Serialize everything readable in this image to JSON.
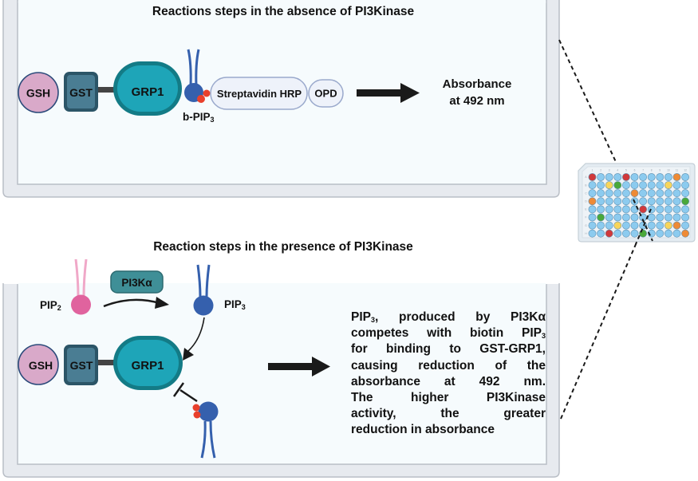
{
  "top_panel": {
    "title": "Reactions steps in the absence of PI3Kinase",
    "gsh_label": "GSH",
    "gst_label": "GST",
    "grp1_label": "GRP1",
    "bpip3_label": "b-PIP",
    "bpip3_sub": "3",
    "streptavidin_label": "Streptavidin HRP",
    "opd_label": "OPD",
    "result_line1": "Absorbance",
    "result_line2": "at 492 nm"
  },
  "bottom_panel": {
    "title": "Reaction steps in the presence of PI3Kinase",
    "pip2_label": "PIP",
    "pip2_sub": "2",
    "enzyme_label": "PI3Kα",
    "pip3_label": "PIP",
    "pip3_sub": "3",
    "gsh_label": "GSH",
    "gst_label": "GST",
    "grp1_label": "GRP1",
    "description_lines": [
      {
        "pre": "PIP",
        "sub": "3",
        "post": ", produced by PI3Kα"
      },
      {
        "pre": "competes with biotin PIP",
        "sub": "3",
        "post": ""
      },
      {
        "pre": "for binding to GST-GRP1,",
        "sub": "",
        "post": ""
      },
      {
        "pre": "causing reduction of the",
        "sub": "",
        "post": ""
      },
      {
        "pre": "absorbance at 492 nm.",
        "sub": "",
        "post": ""
      },
      {
        "pre": "The higher PI3Kinase",
        "sub": "",
        "post": ""
      },
      {
        "pre": "activity, the greater",
        "sub": "",
        "post": ""
      },
      {
        "pre": "reduction in absorbance",
        "sub": "",
        "post": ""
      }
    ]
  },
  "plate": {
    "columns": [
      "1",
      "2",
      "3",
      "4",
      "5",
      "6",
      "7",
      "8",
      "9",
      "10",
      "11",
      "12"
    ],
    "rows": [
      "A",
      "B",
      "C",
      "D",
      "E",
      "F",
      "G",
      "H"
    ],
    "well_colors": {
      "default": "#8ccbef",
      "red": "#d0393b",
      "orange": "#ee8a35",
      "yellow": "#f8d55a",
      "green": "#4aa83a"
    },
    "colored_wells": [
      {
        "row": "A",
        "col": 1,
        "color": "red"
      },
      {
        "row": "A",
        "col": 5,
        "color": "red"
      },
      {
        "row": "A",
        "col": 11,
        "color": "orange"
      },
      {
        "row": "B",
        "col": 3,
        "color": "yellow"
      },
      {
        "row": "B",
        "col": 4,
        "color": "green"
      },
      {
        "row": "B",
        "col": 10,
        "color": "yellow"
      },
      {
        "row": "C",
        "col": 6,
        "color": "orange"
      },
      {
        "row": "D",
        "col": 1,
        "color": "orange"
      },
      {
        "row": "D",
        "col": 12,
        "color": "green"
      },
      {
        "row": "E",
        "col": 7,
        "color": "red"
      },
      {
        "row": "F",
        "col": 2,
        "color": "green"
      },
      {
        "row": "G",
        "col": 4,
        "color": "yellow"
      },
      {
        "row": "G",
        "col": 10,
        "color": "yellow"
      },
      {
        "row": "G",
        "col": 11,
        "color": "orange"
      },
      {
        "row": "H",
        "col": 3,
        "color": "red"
      },
      {
        "row": "H",
        "col": 7,
        "color": "green"
      },
      {
        "row": "H",
        "col": 12,
        "color": "orange"
      }
    ]
  },
  "colors": {
    "gsh_fill": "#d9a9c9",
    "gsh_stroke": "#2b4a7a",
    "gst_fill": "#4a7d93",
    "gst_stroke": "#2c5567",
    "grp1_fill": "#1ea5b8",
    "grp1_stroke": "#137b86",
    "pip3_blue": "#3560ad",
    "pip2_pink": "#e0639e",
    "biotin_red": "#e8402c",
    "enzyme_fill": "#3f8f97",
    "streptavidin_fill": "#eef2fa",
    "streptavidin_stroke": "#9aa9cc",
    "frame": "#e7eaef",
    "frame_stroke": "#b9bec6",
    "liquid": "#f6fbfd"
  }
}
